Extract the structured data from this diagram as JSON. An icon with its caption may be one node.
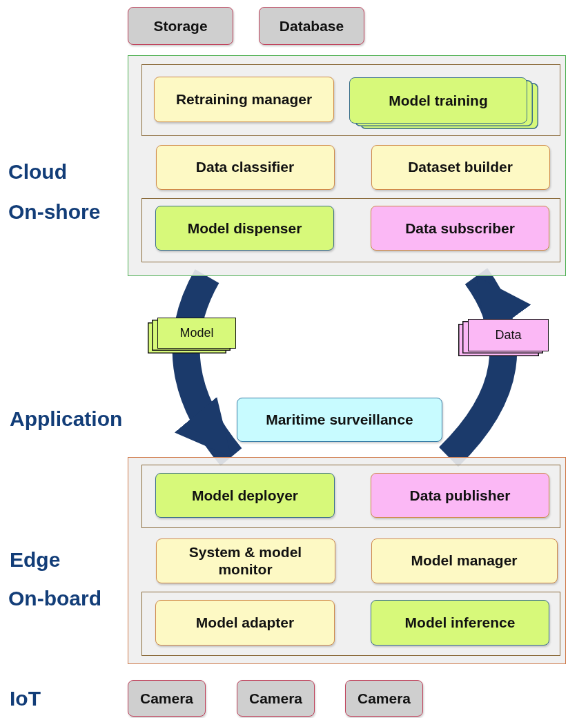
{
  "diagram": {
    "nodes": [
      {
        "text": [
          "Storage"
        ]
      },
      {
        "text": [
          "Database"
        ]
      },
      {
        "text": [],
        "shape": "box"
      },
      {
        "text": [],
        "shape": "box",
        "in": 2
      },
      {
        "text": [
          "Retraining manager"
        ],
        "in": 3
      },
      {
        "text": [
          "Model training"
        ],
        "in": 3
      },
      {
        "text": [
          "Data classifier"
        ],
        "in": 2
      },
      {
        "text": [
          "Dataset builder"
        ],
        "in": 2
      },
      {
        "text": [],
        "shape": "box",
        "in": 2
      },
      {
        "text": [
          "Model dispenser"
        ],
        "in": 8
      },
      {
        "text": [
          "Data subscriber"
        ],
        "in": 8
      },
      {
        "text": [
          "Maritime surveillance"
        ]
      },
      {
        "text": [],
        "shape": "box"
      },
      {
        "text": [],
        "shape": "box",
        "in": 12
      },
      {
        "text": [
          "Model deployer"
        ],
        "in": 13
      },
      {
        "text": [
          "Data publisher"
        ],
        "in": 13
      },
      {
        "text": [
          "System & model monitor"
        ],
        "in": 12
      },
      {
        "text": [
          "Model manager"
        ],
        "in": 12
      },
      {
        "text": [],
        "shape": "box",
        "in": 12
      },
      {
        "text": [
          "Model adapter"
        ],
        "in": 18
      },
      {
        "text": [
          "Model inference"
        ],
        "in": 18
      },
      {
        "text": [
          "Camera"
        ]
      },
      {
        "text": [
          "Camera"
        ]
      },
      {
        "text": [
          "Camera"
        ]
      }
    ],
    "edges": [
      {
        "from": 2,
        "to": 12,
        "arrow": "to",
        "label": "Model"
      },
      {
        "from": 12,
        "to": 2,
        "arrow": "to",
        "label": "Data"
      }
    ],
    "labels": [
      "Cloud",
      "On-shore",
      "Application",
      "Edge",
      "On-board",
      "IoT"
    ]
  }
}
